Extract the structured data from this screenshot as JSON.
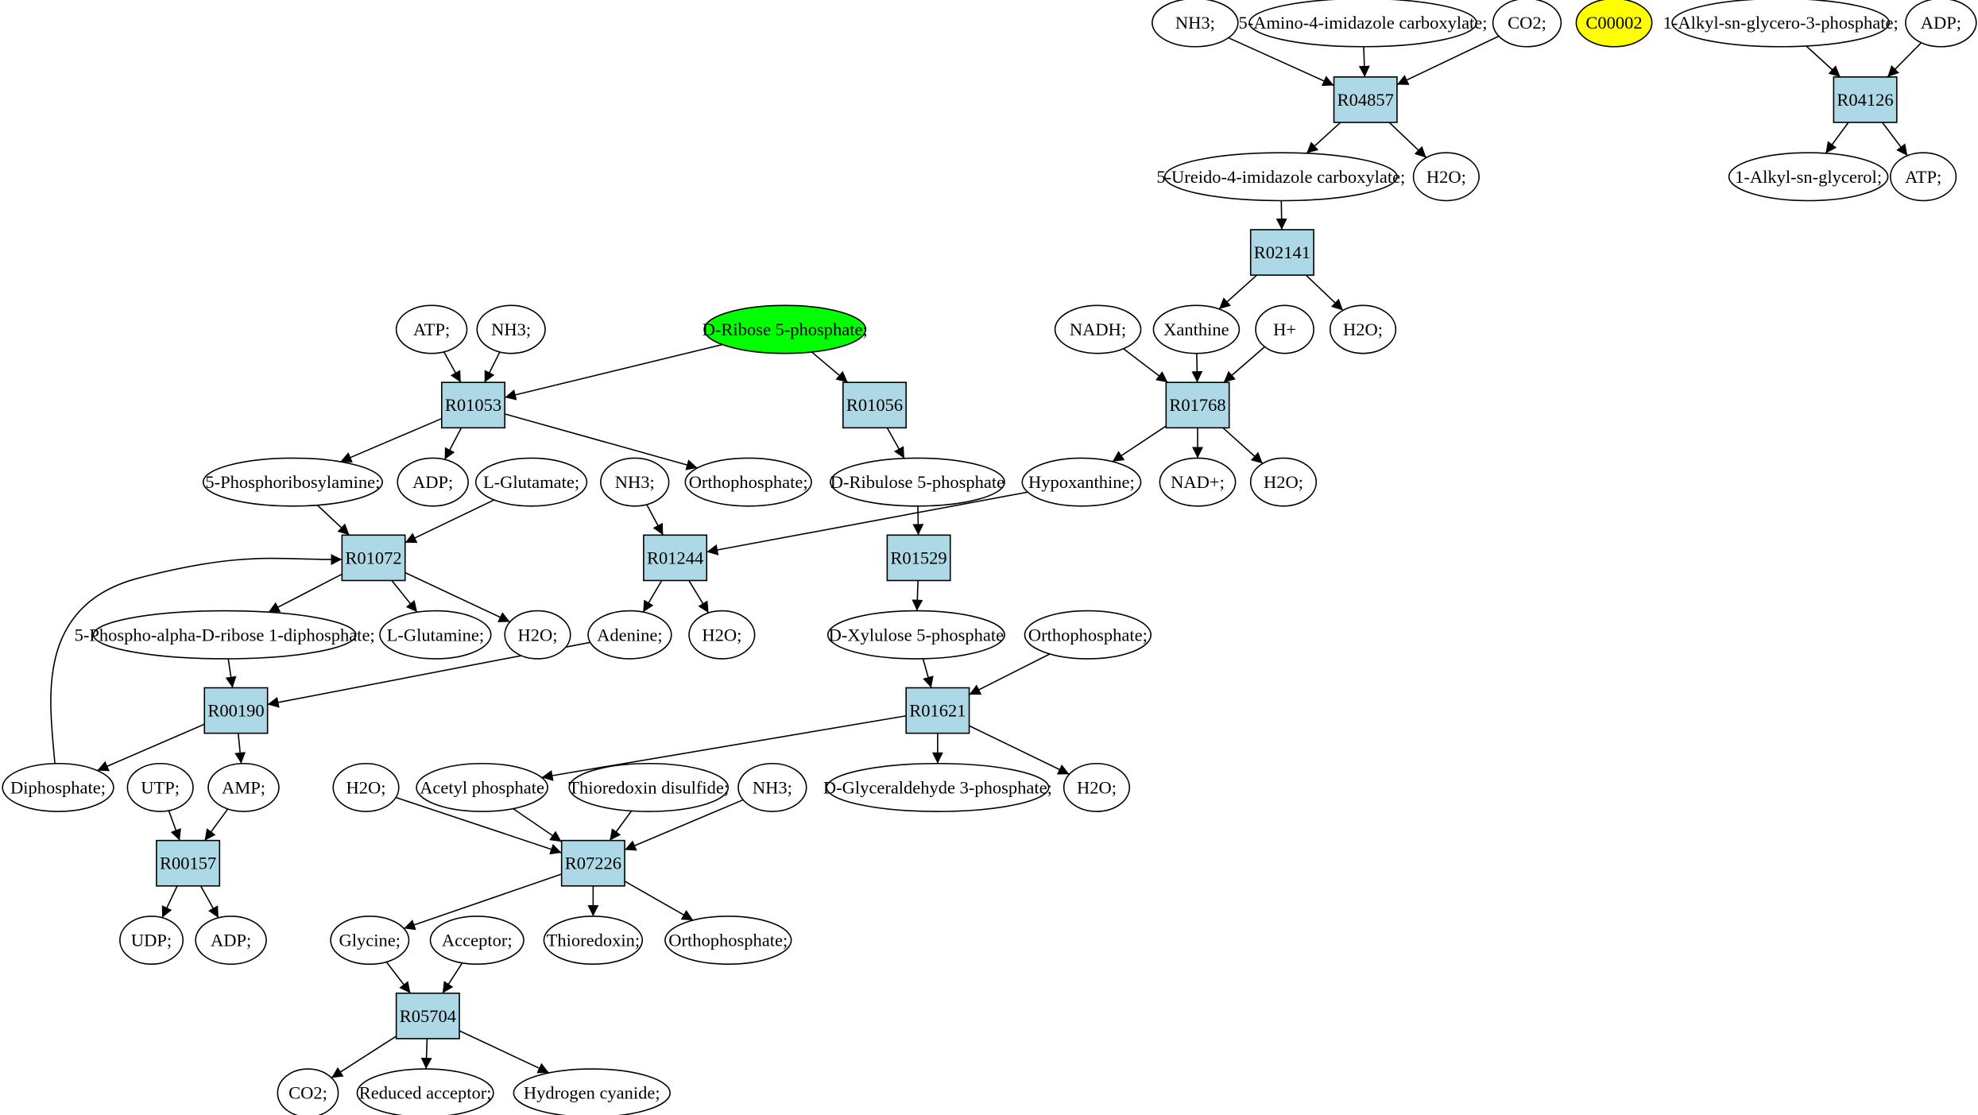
{
  "colors": {
    "reaction_fill": "#add8e6",
    "compound_fill": "#ffffff",
    "start_fill": "#00ff00",
    "highlight_fill": "#ffff00",
    "stroke": "#000000"
  },
  "nodes": [
    {
      "id": "r04857",
      "type": "reaction",
      "label": "R04857"
    },
    {
      "id": "r04126",
      "type": "reaction",
      "label": "R04126"
    },
    {
      "id": "r02141",
      "type": "reaction",
      "label": "R02141"
    },
    {
      "id": "r01053",
      "type": "reaction",
      "label": "R01053"
    },
    {
      "id": "r01056",
      "type": "reaction",
      "label": "R01056"
    },
    {
      "id": "r01768",
      "type": "reaction",
      "label": "R01768"
    },
    {
      "id": "r01072",
      "type": "reaction",
      "label": "R01072"
    },
    {
      "id": "r01244",
      "type": "reaction",
      "label": "R01244"
    },
    {
      "id": "r01529",
      "type": "reaction",
      "label": "R01529"
    },
    {
      "id": "r00190",
      "type": "reaction",
      "label": "R00190"
    },
    {
      "id": "r01621",
      "type": "reaction",
      "label": "R01621"
    },
    {
      "id": "r00157",
      "type": "reaction",
      "label": "R00157"
    },
    {
      "id": "r07226",
      "type": "reaction",
      "label": "R07226"
    },
    {
      "id": "r05704",
      "type": "reaction",
      "label": "R05704"
    },
    {
      "id": "nh3_top",
      "type": "compound",
      "label": "NH3;"
    },
    {
      "id": "amino_imid",
      "type": "compound",
      "label": "5-Amino-4-imidazole carboxylate;"
    },
    {
      "id": "co2_top",
      "type": "compound",
      "label": "CO2;"
    },
    {
      "id": "c00002",
      "type": "highlight",
      "label": "C00002"
    },
    {
      "id": "alkyl_p",
      "type": "compound",
      "label": "1-Alkyl-sn-glycero-3-phosphate;"
    },
    {
      "id": "adp_top",
      "type": "compound",
      "label": "ADP;"
    },
    {
      "id": "ureido",
      "type": "compound",
      "label": "5-Ureido-4-imidazole carboxylate;"
    },
    {
      "id": "h2o_1",
      "type": "compound",
      "label": "H2O;"
    },
    {
      "id": "alkyl_gly",
      "type": "compound",
      "label": "1-Alkyl-sn-glycerol;"
    },
    {
      "id": "atp_r",
      "type": "compound",
      "label": "ATP;"
    },
    {
      "id": "atp_l",
      "type": "compound",
      "label": "ATP;"
    },
    {
      "id": "nh3_2",
      "type": "compound",
      "label": "NH3;"
    },
    {
      "id": "ribose5p",
      "type": "start",
      "label": "D-Ribose 5-phosphate;"
    },
    {
      "id": "nadh",
      "type": "compound",
      "label": "NADH;"
    },
    {
      "id": "xanthine",
      "type": "compound",
      "label": "Xanthine"
    },
    {
      "id": "hplus",
      "type": "compound",
      "label": "H+"
    },
    {
      "id": "h2o_2",
      "type": "compound",
      "label": "H2O;"
    },
    {
      "id": "prib_amine",
      "type": "compound",
      "label": "5-Phosphoribosylamine;"
    },
    {
      "id": "adp_mid",
      "type": "compound",
      "label": "ADP;"
    },
    {
      "id": "lglu",
      "type": "compound",
      "label": "L-Glutamate;"
    },
    {
      "id": "nh3_3",
      "type": "compound",
      "label": "NH3;"
    },
    {
      "id": "ortho_1",
      "type": "compound",
      "label": "Orthophosphate;"
    },
    {
      "id": "ribulose5p",
      "type": "compound",
      "label": "D-Ribulose 5-phosphate"
    },
    {
      "id": "hypoxan",
      "type": "compound",
      "label": "Hypoxanthine;"
    },
    {
      "id": "nadplus",
      "type": "compound",
      "label": "NAD+;"
    },
    {
      "id": "h2o_3",
      "type": "compound",
      "label": "H2O;"
    },
    {
      "id": "prpp",
      "type": "compound",
      "label": "5-Phospho-alpha-D-ribose 1-diphosphate;"
    },
    {
      "id": "lgln",
      "type": "compound",
      "label": "L-Glutamine;"
    },
    {
      "id": "h2o_4",
      "type": "compound",
      "label": "H2O;"
    },
    {
      "id": "adenine",
      "type": "compound",
      "label": "Adenine;"
    },
    {
      "id": "h2o_5",
      "type": "compound",
      "label": "H2O;"
    },
    {
      "id": "xylulose5p",
      "type": "compound",
      "label": "D-Xylulose 5-phosphate"
    },
    {
      "id": "ortho_2",
      "type": "compound",
      "label": "Orthophosphate;"
    },
    {
      "id": "diphos",
      "type": "compound",
      "label": "Diphosphate;"
    },
    {
      "id": "utp",
      "type": "compound",
      "label": "UTP;"
    },
    {
      "id": "amp",
      "type": "compound",
      "label": "AMP;"
    },
    {
      "id": "h2o_6",
      "type": "compound",
      "label": "H2O;"
    },
    {
      "id": "acetylp",
      "type": "compound",
      "label": "Acetyl phosphate"
    },
    {
      "id": "trxss",
      "type": "compound",
      "label": "Thioredoxin disulfide;"
    },
    {
      "id": "nh3_4",
      "type": "compound",
      "label": "NH3;"
    },
    {
      "id": "gap",
      "type": "compound",
      "label": "D-Glyceraldehyde 3-phosphate;"
    },
    {
      "id": "h2o_7",
      "type": "compound",
      "label": "H2O;"
    },
    {
      "id": "udp",
      "type": "compound",
      "label": "UDP;"
    },
    {
      "id": "adp_bot",
      "type": "compound",
      "label": "ADP;"
    },
    {
      "id": "glycine",
      "type": "compound",
      "label": "Glycine;"
    },
    {
      "id": "acceptor",
      "type": "compound",
      "label": "Acceptor;"
    },
    {
      "id": "trx",
      "type": "compound",
      "label": "Thioredoxin;"
    },
    {
      "id": "ortho_3",
      "type": "compound",
      "label": "Orthophosphate;"
    },
    {
      "id": "co2_bot",
      "type": "compound",
      "label": "CO2;"
    },
    {
      "id": "red_acc",
      "type": "compound",
      "label": "Reduced acceptor;"
    },
    {
      "id": "hcn",
      "type": "compound",
      "label": "Hydrogen cyanide;"
    }
  ],
  "edges": [
    [
      "nh3_top",
      "r04857"
    ],
    [
      "amino_imid",
      "r04857"
    ],
    [
      "co2_top",
      "r04857"
    ],
    [
      "r04857",
      "ureido"
    ],
    [
      "r04857",
      "h2o_1"
    ],
    [
      "alkyl_p",
      "r04126"
    ],
    [
      "adp_top",
      "r04126"
    ],
    [
      "r04126",
      "alkyl_gly"
    ],
    [
      "r04126",
      "atp_r"
    ],
    [
      "ureido",
      "r02141"
    ],
    [
      "r02141",
      "xanthine"
    ],
    [
      "r02141",
      "h2o_2"
    ],
    [
      "atp_l",
      "r01053"
    ],
    [
      "nh3_2",
      "r01053"
    ],
    [
      "ribose5p",
      "r01053"
    ],
    [
      "ribose5p",
      "r01056"
    ],
    [
      "nadh",
      "r01768"
    ],
    [
      "xanthine",
      "r01768"
    ],
    [
      "hplus",
      "r01768"
    ],
    [
      "r01053",
      "prib_amine"
    ],
    [
      "r01053",
      "adp_mid"
    ],
    [
      "r01053",
      "ortho_1"
    ],
    [
      "r01056",
      "ribulose5p"
    ],
    [
      "r01768",
      "hypoxan"
    ],
    [
      "r01768",
      "nadplus"
    ],
    [
      "r01768",
      "h2o_3"
    ],
    [
      "prib_amine",
      "r01072"
    ],
    [
      "lglu",
      "r01072"
    ],
    [
      "diphos",
      "r01072"
    ],
    [
      "nh3_3",
      "r01244"
    ],
    [
      "hypoxan",
      "r01244"
    ],
    [
      "ribulose5p",
      "r01529"
    ],
    [
      "r01072",
      "prpp"
    ],
    [
      "r01072",
      "lgln"
    ],
    [
      "r01072",
      "h2o_4"
    ],
    [
      "r01244",
      "adenine"
    ],
    [
      "r01244",
      "h2o_5"
    ],
    [
      "r01529",
      "xylulose5p"
    ],
    [
      "prpp",
      "r00190"
    ],
    [
      "adenine",
      "r00190"
    ],
    [
      "xylulose5p",
      "r01621"
    ],
    [
      "ortho_2",
      "r01621"
    ],
    [
      "r00190",
      "diphos"
    ],
    [
      "r00190",
      "amp"
    ],
    [
      "r01621",
      "acetylp"
    ],
    [
      "r01621",
      "gap"
    ],
    [
      "r01621",
      "h2o_7"
    ],
    [
      "utp",
      "r00157"
    ],
    [
      "amp",
      "r00157"
    ],
    [
      "h2o_6",
      "r07226"
    ],
    [
      "acetylp",
      "r07226"
    ],
    [
      "trxss",
      "r07226"
    ],
    [
      "nh3_4",
      "r07226"
    ],
    [
      "r00157",
      "udp"
    ],
    [
      "r00157",
      "adp_bot"
    ],
    [
      "r07226",
      "glycine"
    ],
    [
      "r07226",
      "trx"
    ],
    [
      "r07226",
      "ortho_3"
    ],
    [
      "glycine",
      "r05704"
    ],
    [
      "acceptor",
      "r05704"
    ],
    [
      "r05704",
      "co2_bot"
    ],
    [
      "r05704",
      "red_acc"
    ],
    [
      "r05704",
      "hcn"
    ]
  ]
}
